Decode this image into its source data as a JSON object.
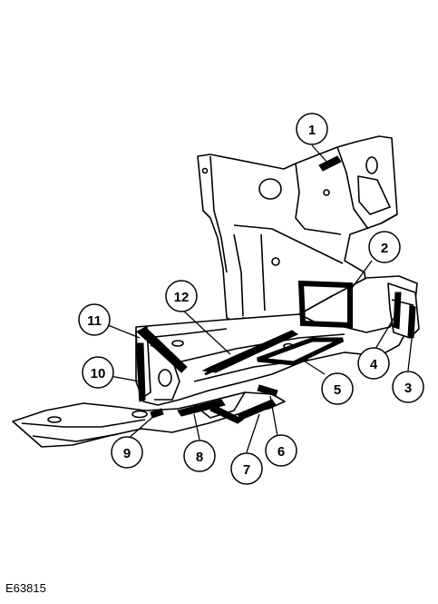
{
  "figure_id": "E63815",
  "callouts": [
    {
      "label": "1"
    },
    {
      "label": "2"
    },
    {
      "label": "3"
    },
    {
      "label": "4"
    },
    {
      "label": "5"
    },
    {
      "label": "6"
    },
    {
      "label": "7"
    },
    {
      "label": "8"
    },
    {
      "label": "9"
    },
    {
      "label": "10"
    },
    {
      "label": "11"
    },
    {
      "label": "12"
    }
  ]
}
